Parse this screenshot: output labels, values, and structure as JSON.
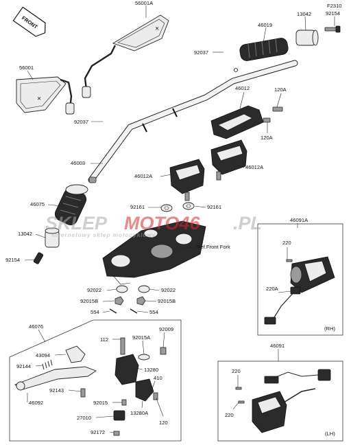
{
  "front_marker": "FRONT",
  "watermark": {
    "brand_left": "SKLEP",
    "brand_right": "MOTO46",
    "domain": ".PL",
    "tagline": "internetowy sklep motocyklowy",
    "accent": "#d9262b"
  },
  "labels": {
    "p56001A": "56001A",
    "p56001": "56001",
    "p92037a": "92037",
    "p92037b": "92037",
    "p46019": "46019",
    "p13042a": "13042",
    "pF2310": "F2310",
    "p92154a": "92154",
    "p46012": "46012",
    "p120Aa": "120A",
    "p120Ab": "120A",
    "p46003": "46003",
    "p46012Aa": "46012A",
    "p46012Ab": "46012A",
    "p46075": "46075",
    "p92161a": "92161",
    "p92161b": "92161",
    "p13042b": "13042",
    "p92154b": "92154",
    "pRefFork": "Ref.Front Fork",
    "p92022a": "92022",
    "p92022b": "92022",
    "p92015Ba": "92015B",
    "p92015Bb": "92015B",
    "p554a": "554",
    "p554b": "554",
    "p46091A": "46091A",
    "p220a": "220",
    "p220Aa": "220A",
    "pRH": "(RH)",
    "p46076": "46076",
    "p112": "112",
    "p92015A": "92015A",
    "p92009": "92009",
    "p43094": "43094",
    "p92144": "92144",
    "p13280": "13280",
    "p410": "410",
    "p92143": "92143",
    "p46092": "46092",
    "p92015": "92015",
    "p13280A": "13280A",
    "p27010": "27010",
    "p120": "120",
    "p92172": "92172",
    "p46091": "46091",
    "p220b": "220",
    "p220c": "220",
    "pLH": "(LH)"
  }
}
